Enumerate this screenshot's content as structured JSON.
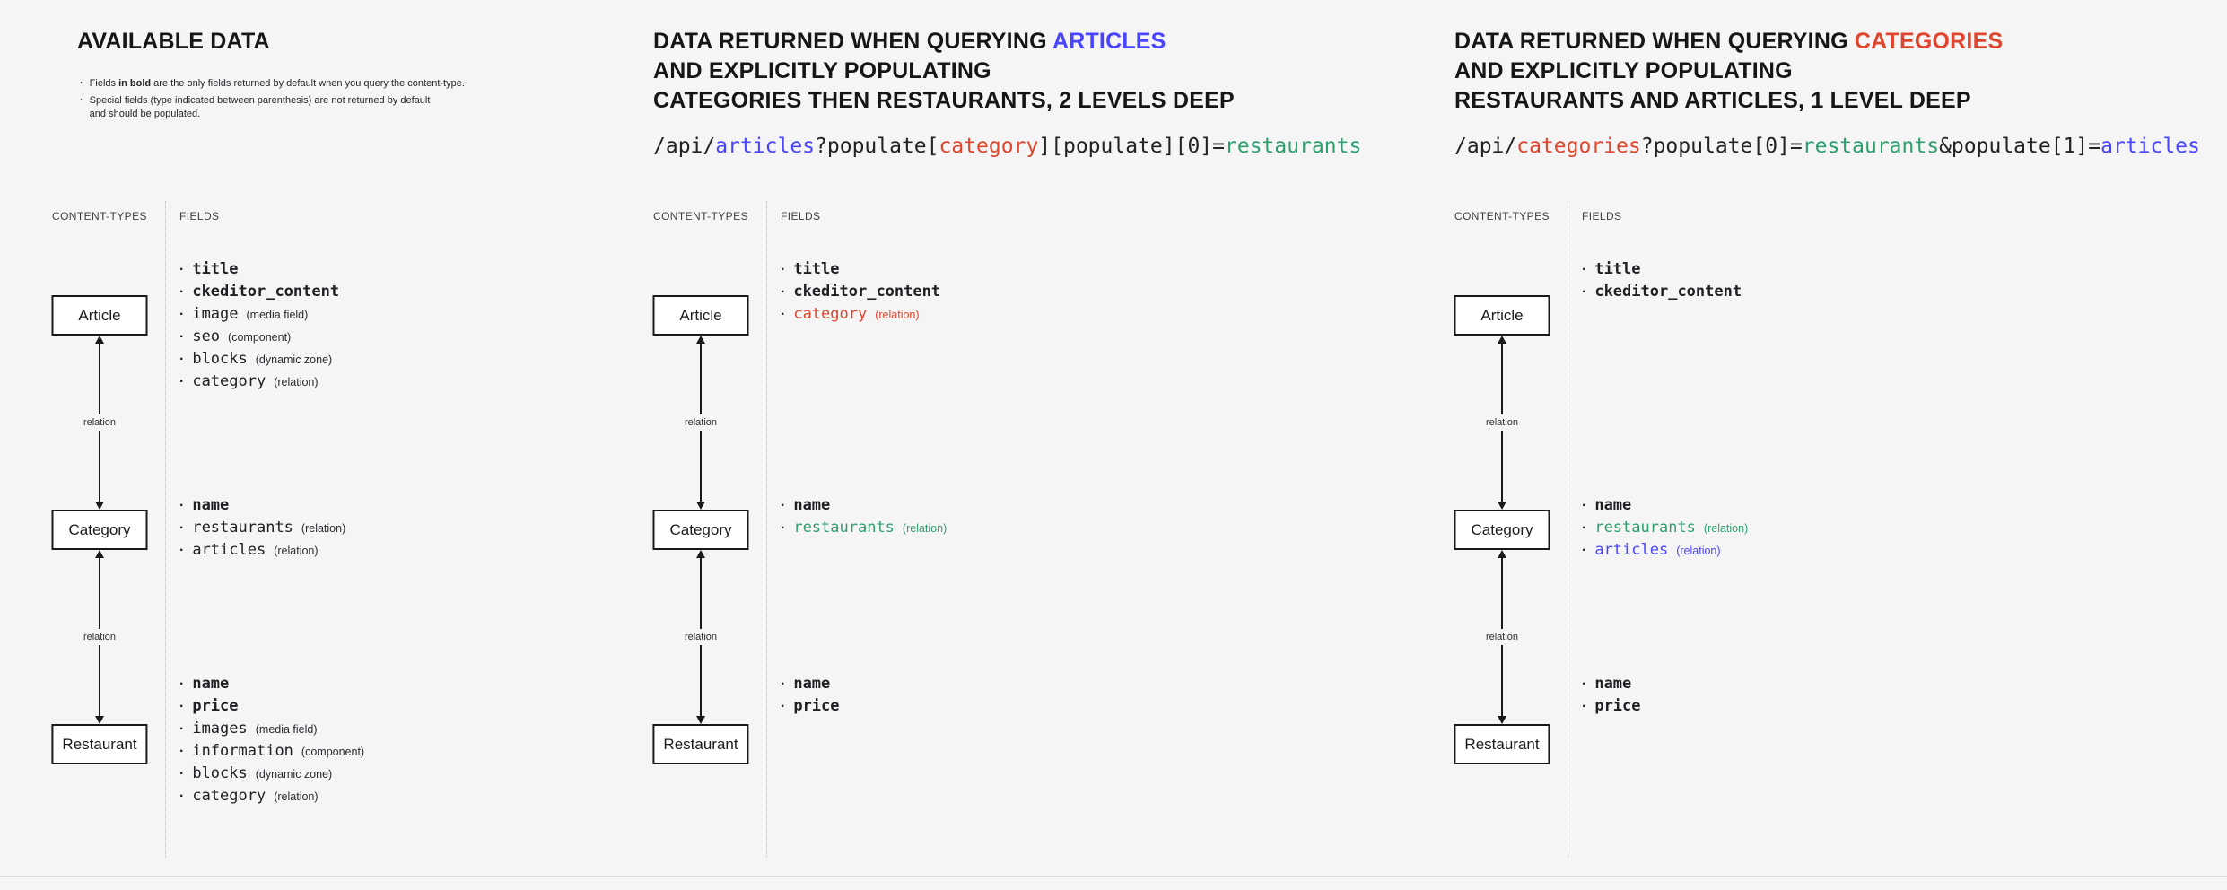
{
  "ui": {
    "bullet": "·"
  },
  "colors": {
    "bg": "#f5f5f5",
    "ink": "#1b1b1f",
    "article": "#4945ff",
    "category": "#e0452d",
    "restaurant": "#2f9e6e",
    "muted": "#3c3c43",
    "rule": "#d9d9d9"
  },
  "panels": [
    {
      "title": {
        "l1": "AVAILABLE DATA"
      },
      "notes": {
        "n1_prefix": "Fields ",
        "n1_bold": "in bold",
        "n1_suffix": " are the only fields returned by default when you query the content-type.",
        "n2_line1": "Special fields (type indicated between parenthesis) are not returned by default",
        "n2_line2": "and should be populated."
      },
      "columns": {
        "left": "CONTENT-TYPES",
        "right": "FIELDS"
      },
      "relation_label": "relation",
      "nodes": {
        "article": {
          "label": "Article",
          "fields": [
            {
              "name": "title",
              "bold": true
            },
            {
              "name": "ckeditor_content",
              "bold": true
            },
            {
              "name": "image",
              "type": "(media field)"
            },
            {
              "name": "seo",
              "type": "(component)"
            },
            {
              "name": "blocks",
              "type": "(dynamic zone)"
            },
            {
              "name": "category",
              "type": "(relation)"
            }
          ]
        },
        "category": {
          "label": "Category",
          "fields": [
            {
              "name": "name",
              "bold": true
            },
            {
              "name": "restaurants",
              "type": "(relation)"
            },
            {
              "name": "articles",
              "type": "(relation)"
            }
          ]
        },
        "restaurant": {
          "label": "Restaurant",
          "fields": [
            {
              "name": "name",
              "bold": true
            },
            {
              "name": "price",
              "bold": true
            },
            {
              "name": "images",
              "type": "(media field)"
            },
            {
              "name": "information",
              "type": "(component)"
            },
            {
              "name": "blocks",
              "type": "(dynamic zone)"
            },
            {
              "name": "category",
              "type": "(relation)"
            }
          ]
        }
      }
    },
    {
      "title": {
        "l1_prefix": "DATA RETURNED WHEN QUERYING ",
        "l1_accent": "ARTICLES",
        "l2": "AND EXPLICITLY POPULATING",
        "l3": "CATEGORIES THEN RESTAURANTS, 2 LEVELS DEEP"
      },
      "code": [
        "/api/",
        "articles",
        "?populate[",
        "category",
        "][populate][0]=",
        "restaurants"
      ],
      "columns": {
        "left": "CONTENT-TYPES",
        "right": "FIELDS"
      },
      "relation_label": "relation",
      "nodes": {
        "article": {
          "label": "Article",
          "fields": [
            {
              "name": "title",
              "bold": true
            },
            {
              "name": "ckeditor_content",
              "bold": true
            },
            {
              "name": "category",
              "type": "(relation)",
              "accent": "category"
            }
          ]
        },
        "category": {
          "label": "Category",
          "fields": [
            {
              "name": "name",
              "bold": true
            },
            {
              "name": "restaurants",
              "type": "(relation)",
              "accent": "restaurant"
            }
          ]
        },
        "restaurant": {
          "label": "Restaurant",
          "fields": [
            {
              "name": "name",
              "bold": true
            },
            {
              "name": "price",
              "bold": true
            }
          ]
        }
      }
    },
    {
      "title": {
        "l1_prefix": "DATA RETURNED WHEN QUERYING ",
        "l1_accent": "CATEGORIES",
        "l2": "AND EXPLICITLY POPULATING",
        "l3": "RESTAURANTS AND ARTICLES, 1 LEVEL DEEP"
      },
      "code": [
        "/api/",
        "categories",
        "?populate[0]=",
        "restaurants",
        "&populate[1]=",
        "articles"
      ],
      "columns": {
        "left": "CONTENT-TYPES",
        "right": "FIELDS"
      },
      "relation_label": "relation",
      "nodes": {
        "article": {
          "label": "Article",
          "fields": [
            {
              "name": "title",
              "bold": true
            },
            {
              "name": "ckeditor_content",
              "bold": true
            }
          ]
        },
        "category": {
          "label": "Category",
          "fields": [
            {
              "name": "name",
              "bold": true
            },
            {
              "name": "restaurants",
              "type": "(relation)",
              "accent": "restaurant"
            },
            {
              "name": "articles",
              "type": "(relation)",
              "accent": "article"
            }
          ]
        },
        "restaurant": {
          "label": "Restaurant",
          "fields": [
            {
              "name": "name",
              "bold": true
            },
            {
              "name": "price",
              "bold": true
            }
          ]
        }
      }
    }
  ]
}
